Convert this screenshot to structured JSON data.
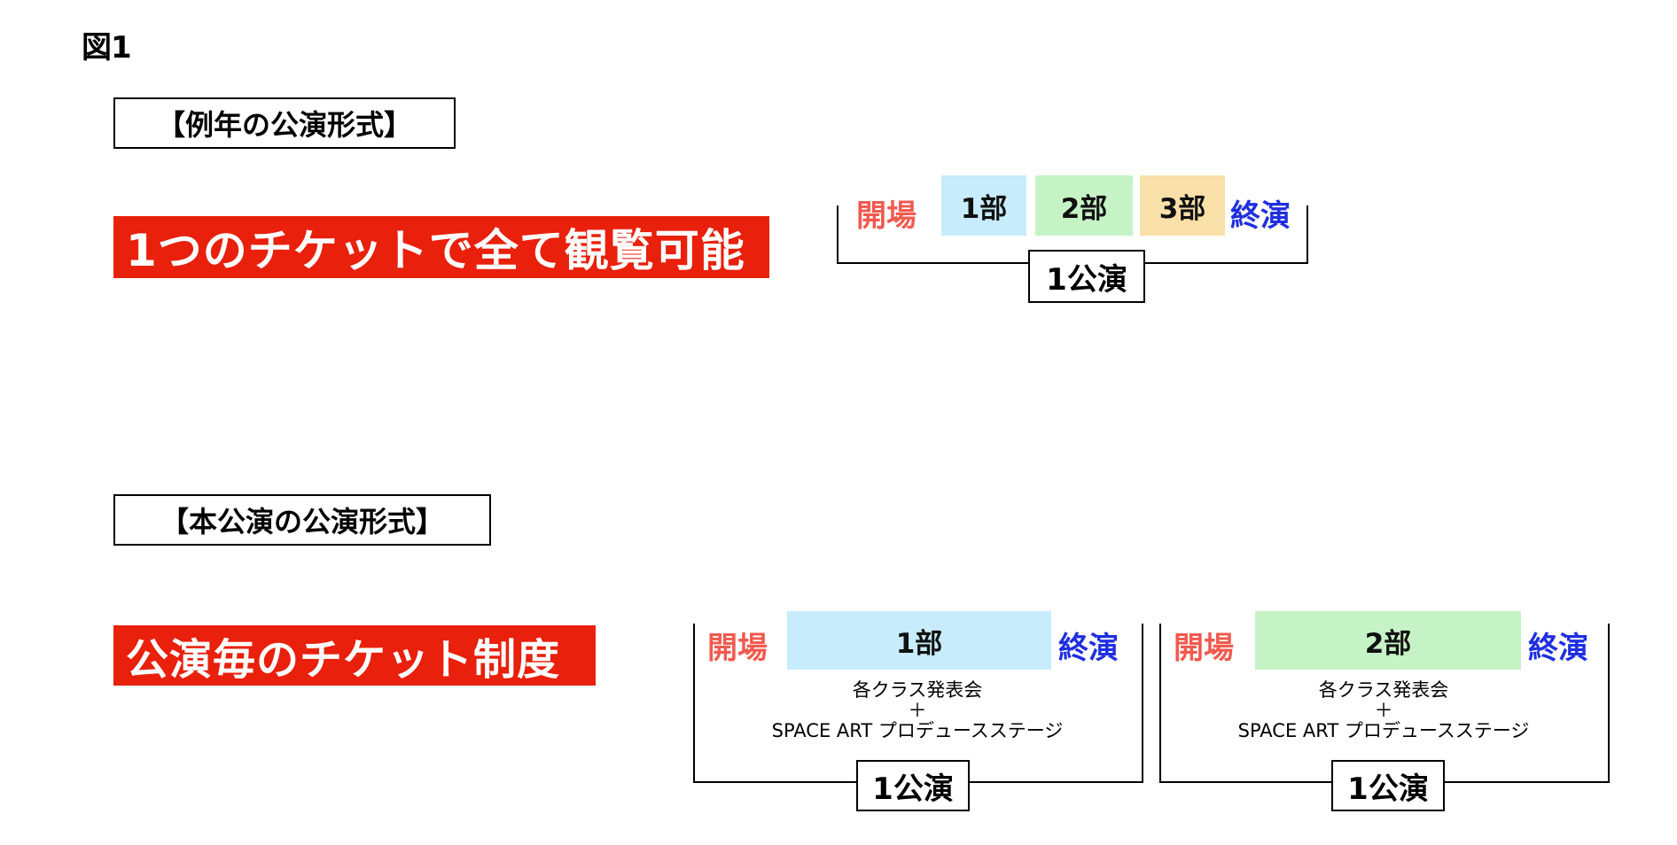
{
  "figure_label": "図1",
  "top": {
    "section_label": "【例年の公演形式】",
    "banner": "1つのチケットで全て観覧可能",
    "open_label": "開場",
    "close_label": "終演",
    "segments": [
      {
        "label": "1部",
        "color": "#c8ecfb"
      },
      {
        "label": "2部",
        "color": "#c6f3c6"
      },
      {
        "label": "3部",
        "color": "#f8e0a8"
      }
    ],
    "performance_label": "1公演"
  },
  "bottom": {
    "section_label": "【本公演の公演形式】",
    "banner": "公演毎のチケット制度",
    "performances": [
      {
        "open_label": "開場",
        "segment": {
          "label": "1部",
          "color": "#c8ecfb"
        },
        "close_label": "終演",
        "desc": [
          "各クラス発表会",
          "＋",
          "SPACE ART プロデュースステージ"
        ],
        "performance_label": "1公演"
      },
      {
        "open_label": "開場",
        "segment": {
          "label": "2部",
          "color": "#c6f3c6"
        },
        "close_label": "終演",
        "desc": [
          "各クラス発表会",
          "＋",
          "SPACE ART プロデュースステージ"
        ],
        "performance_label": "1公演"
      }
    ]
  },
  "colors": {
    "banner_bg": "#e8200c",
    "open_text": "#f05a4f",
    "close_text": "#1f2fe0"
  }
}
